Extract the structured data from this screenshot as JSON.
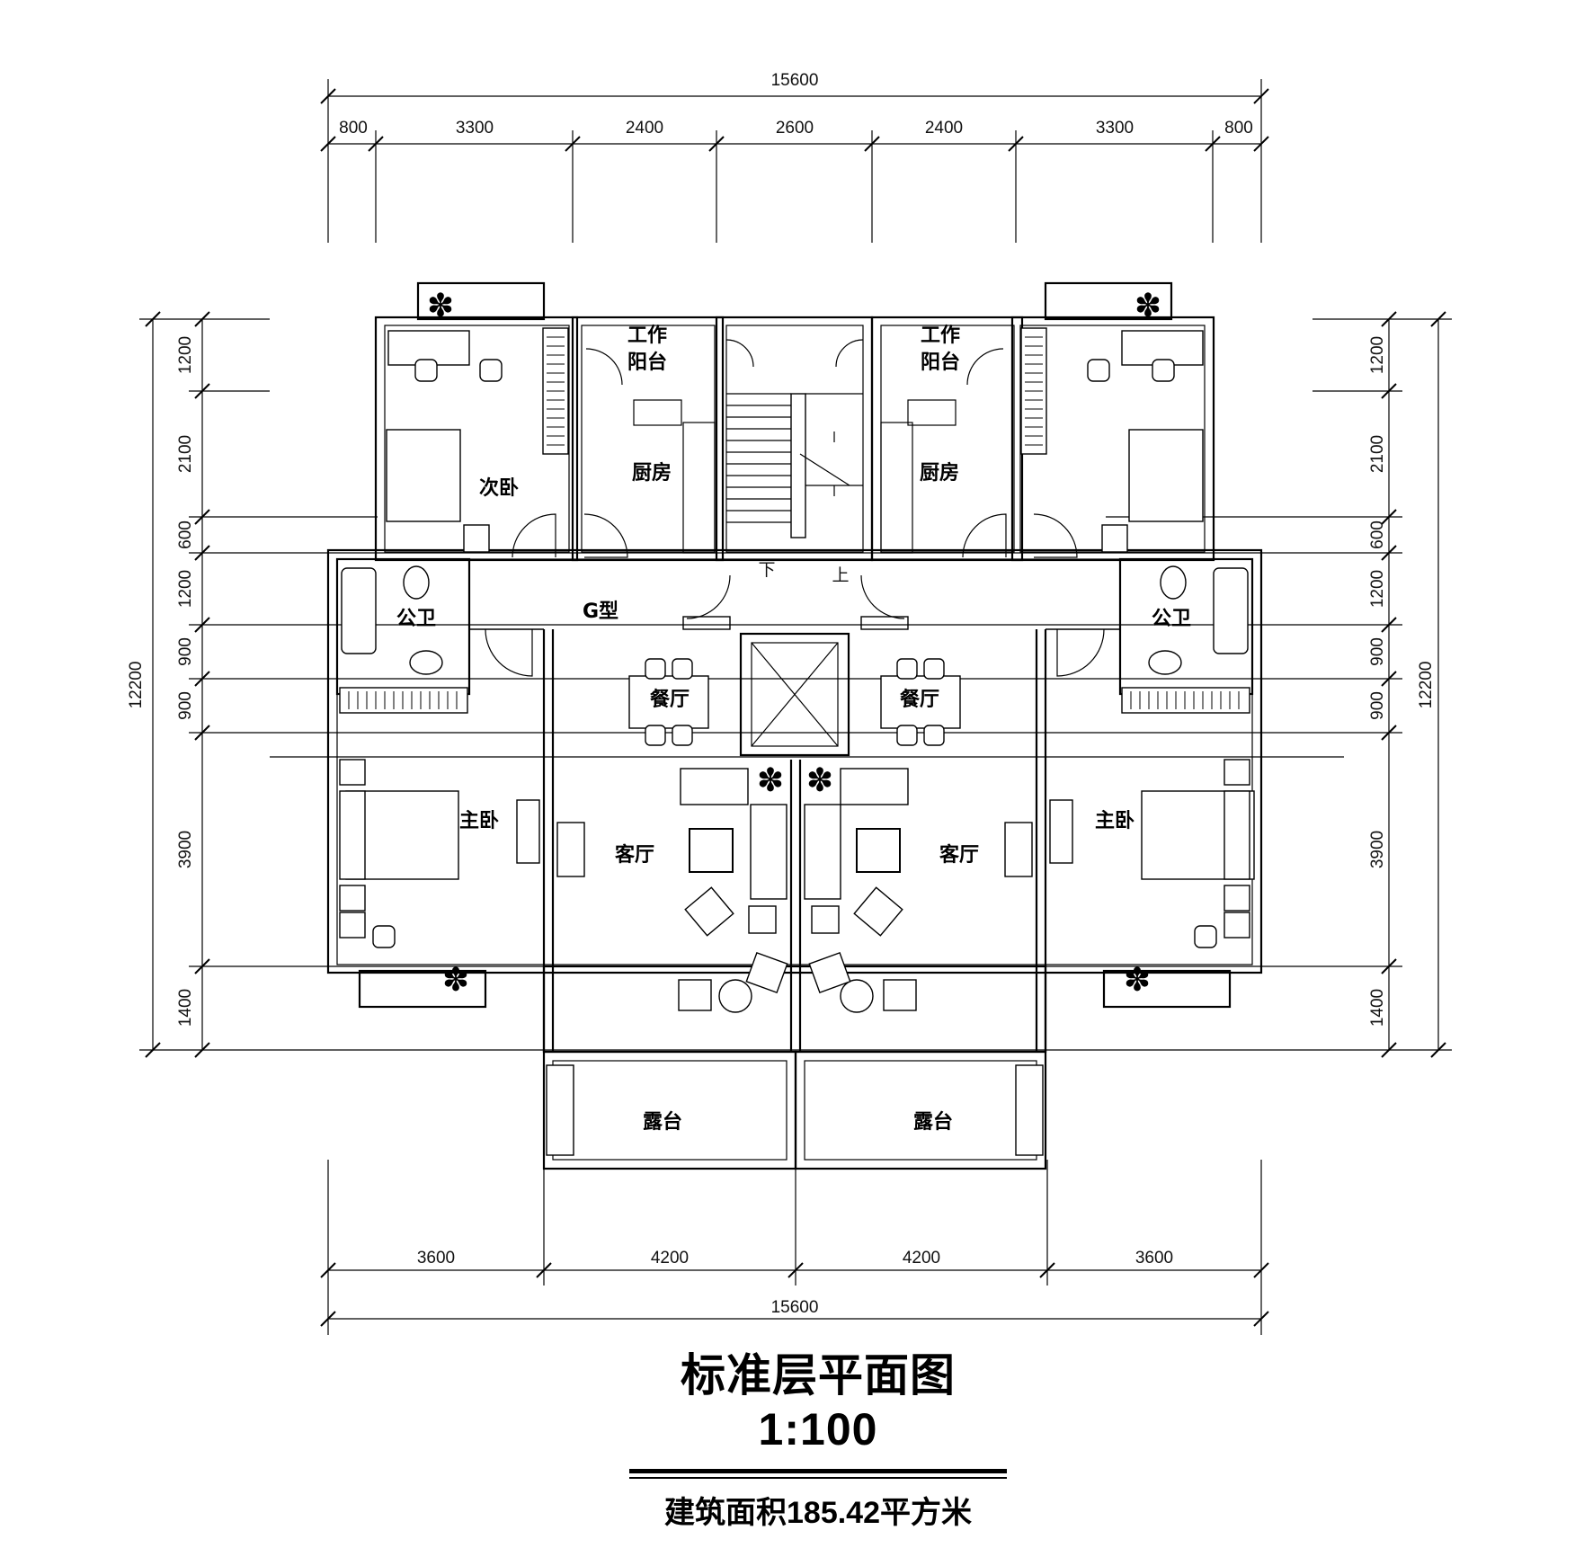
{
  "dimensions": {
    "top_total": "15600",
    "top_segments": [
      "800",
      "3300",
      "2400",
      "2600",
      "2400",
      "3300",
      "800"
    ],
    "bottom_segments": [
      "3600",
      "4200",
      "4200",
      "3600"
    ],
    "bottom_total": "15600",
    "left_segments": [
      "1200",
      "2100",
      "600",
      "1200",
      "900",
      "900",
      "3900",
      "1400"
    ],
    "left_total": "12200",
    "right_segments": [
      "1200",
      "2100",
      "600",
      "1200",
      "900",
      "900",
      "3900",
      "1400"
    ],
    "right_total": "12200"
  },
  "rooms": {
    "work_balcony_left_1": "工作",
    "work_balcony_left_2": "阳台",
    "work_balcony_right_1": "工作",
    "work_balcony_right_2": "阳台",
    "second_bedroom": "次卧",
    "kitchen_left": "厨房",
    "kitchen_right": "厨房",
    "stair_down": "下",
    "stair_up": "上",
    "type_label": "G型",
    "bath_left": "公卫",
    "bath_right": "公卫",
    "dining_left": "餐厅",
    "dining_right": "餐厅",
    "master_left": "主卧",
    "master_right": "主卧",
    "living_left": "客厅",
    "living_right": "客厅",
    "terrace_left": "露台",
    "terrace_right": "露台"
  },
  "title": "标准层平面图 1:100",
  "area": "建筑面积185.42平方米"
}
